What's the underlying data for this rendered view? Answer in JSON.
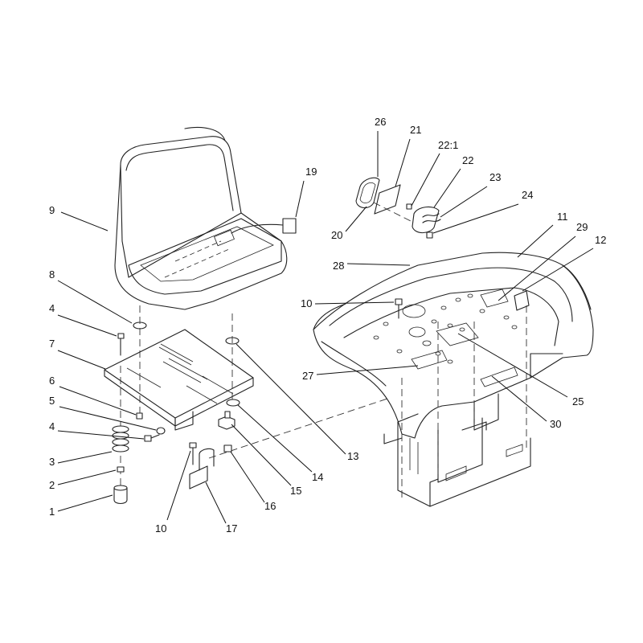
{
  "callouts": {
    "c1": "1",
    "c2": "2",
    "c3": "3",
    "c4a": "4",
    "c4b": "4",
    "c5": "5",
    "c6": "6",
    "c7": "7",
    "c8": "8",
    "c9": "9",
    "c10a": "10",
    "c10b": "10",
    "c11": "11",
    "c12": "12",
    "c13": "13",
    "c14": "14",
    "c15": "15",
    "c16": "16",
    "c17": "17",
    "c19": "19",
    "c20": "20",
    "c21": "21",
    "c22": "22",
    "c22_1": "22:1",
    "c23": "23",
    "c24": "24",
    "c25": "25",
    "c26": "26",
    "c27": "27",
    "c28": "28",
    "c29": "29",
    "c30": "30"
  }
}
